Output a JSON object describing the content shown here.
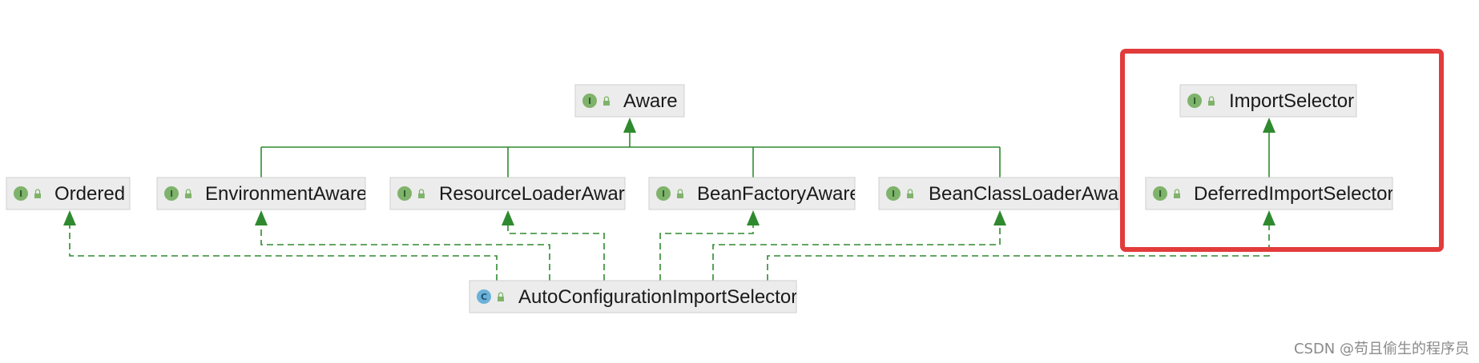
{
  "nodes": {
    "aware": {
      "label": "Aware",
      "kind": "interface",
      "badge": "I"
    },
    "ordered": {
      "label": "Ordered",
      "kind": "interface",
      "badge": "I"
    },
    "environment_aware": {
      "label": "EnvironmentAware",
      "kind": "interface",
      "badge": "I"
    },
    "resource_loader_aware": {
      "label": "ResourceLoaderAware",
      "kind": "interface",
      "badge": "I"
    },
    "bean_factory_aware": {
      "label": "BeanFactoryAware",
      "kind": "interface",
      "badge": "I"
    },
    "bean_class_loader_aware": {
      "label": "BeanClassLoaderAware",
      "kind": "interface",
      "badge": "I"
    },
    "import_selector": {
      "label": "ImportSelector",
      "kind": "interface",
      "badge": "I"
    },
    "deferred_import_selector": {
      "label": "DeferredImportSelector",
      "kind": "interface",
      "badge": "I"
    },
    "auto_configuration_import_selector": {
      "label": "AutoConfigurationImportSelector",
      "kind": "class",
      "badge": "C"
    }
  },
  "colors": {
    "interface_badge": "#7fb36b",
    "class_badge": "#6bb1d8",
    "edge": "#2f8a2f",
    "node_fill": "#ececec",
    "node_border": "#cfcfcf",
    "highlight": "#e23b3b"
  },
  "watermark": "CSDN @苟且偷生的程序员"
}
